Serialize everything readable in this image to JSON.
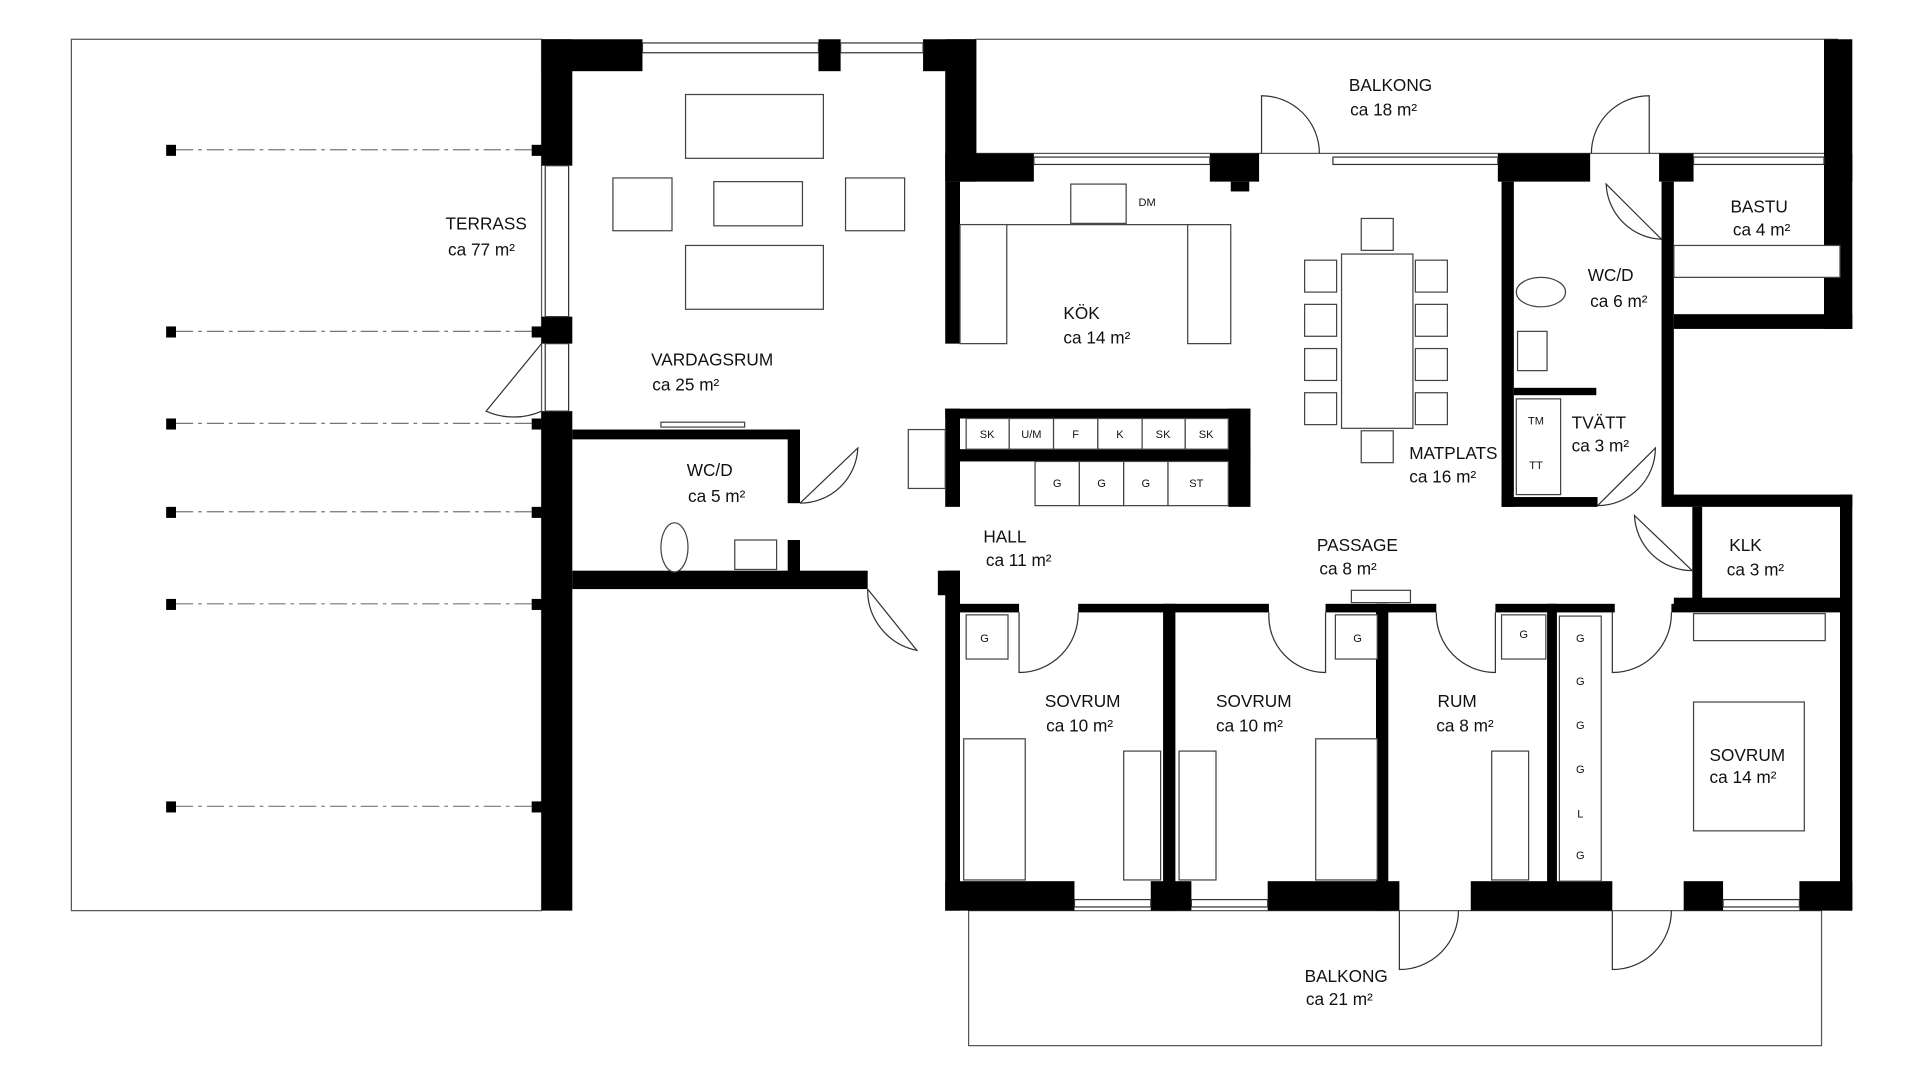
{
  "rooms": {
    "terrass": {
      "name": "TERRASS",
      "area": "ca 77 m²"
    },
    "vardagsrum": {
      "name": "VARDAGSRUM",
      "area": "ca 25 m²"
    },
    "balkong_top": {
      "name": "BALKONG",
      "area": "ca 18 m²"
    },
    "kok": {
      "name": "KÖK",
      "area": "ca 14 m²"
    },
    "matplats": {
      "name": "MATPLATS",
      "area": "ca 16 m²"
    },
    "wcd_right": {
      "name": "WC/D",
      "area": "ca 6 m²"
    },
    "bastu": {
      "name": "BASTU",
      "area": "ca 4 m²"
    },
    "tvatt": {
      "name": "TVÄTT",
      "area": "ca 3 m²"
    },
    "wcd_left": {
      "name": "WC/D",
      "area": "ca 5 m²"
    },
    "hall": {
      "name": "HALL",
      "area": "ca 11 m²"
    },
    "passage": {
      "name": "PASSAGE",
      "area": "ca 8 m²"
    },
    "klk": {
      "name": "KLK",
      "area": "ca 3 m²"
    },
    "sovrum1": {
      "name": "SOVRUM",
      "area": "ca 10 m²"
    },
    "sovrum2": {
      "name": "SOVRUM",
      "area": "ca 10 m²"
    },
    "rum": {
      "name": "RUM",
      "area": "ca 8 m²"
    },
    "sovrum3": {
      "name": "SOVRUM",
      "area": "ca 14 m²"
    },
    "balkong_bottom": {
      "name": "BALKONG",
      "area": "ca 21 m²"
    }
  },
  "fixtures": {
    "dm": "DM",
    "hall_upper": [
      "SK",
      "U/M",
      "F",
      "K",
      "SK",
      "SK"
    ],
    "hall_lower": [
      "G",
      "G",
      "G",
      "ST"
    ],
    "tvatt": [
      "TM",
      "TT"
    ],
    "wardrobe_g": "G",
    "sovrum3_closets": [
      "G",
      "G",
      "G",
      "G",
      "L",
      "G"
    ]
  }
}
